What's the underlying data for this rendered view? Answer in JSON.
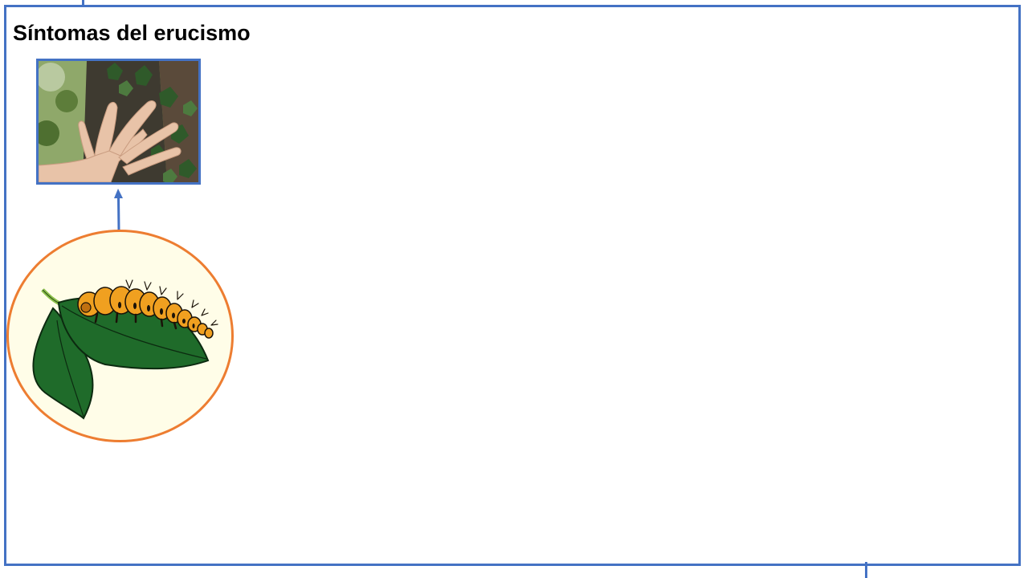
{
  "slide": {
    "title": "Síntomas del erucismo"
  },
  "colors": {
    "frame": "#4472c4",
    "circle_border": "#ed7d31",
    "circle_fill": "#fffde8",
    "caterpillar": "#f0a020",
    "leaf": "#1f6b2a"
  },
  "images": {
    "top": "hand-touching-ivy-covered-tree-photo",
    "bottom": "caterpillar-on-leaf-illustration"
  }
}
